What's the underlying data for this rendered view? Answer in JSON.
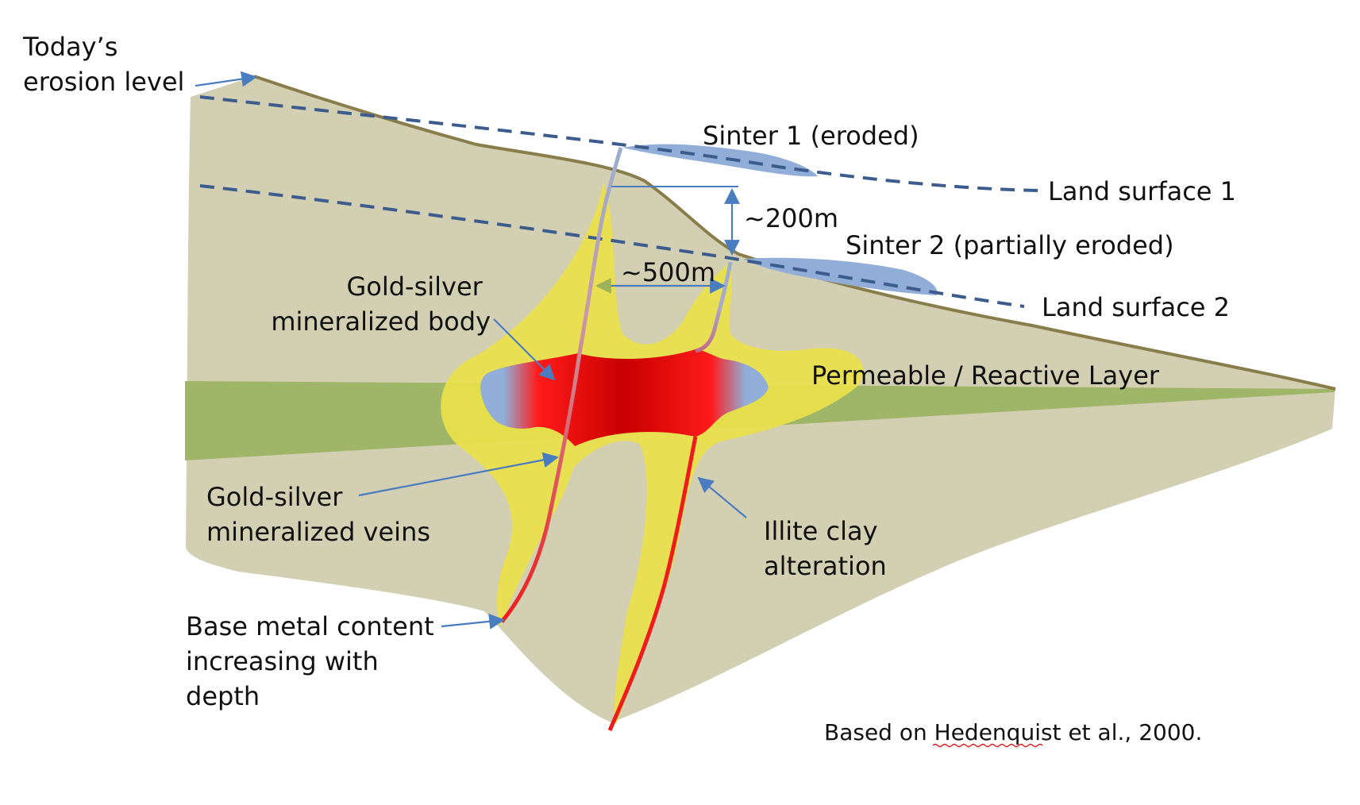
{
  "labels": {
    "erosion_level": [
      "Today’s",
      "erosion level"
    ],
    "sinter_1": "Sinter 1 (eroded)",
    "land_surface_1": "Land surface 1",
    "depth_200": "~200m",
    "sinter_2": "Sinter 2 (partially eroded)",
    "land_surface_2": "Land surface 2",
    "width_500": "~500m",
    "ore_body": [
      "Gold-silver",
      "mineralized body"
    ],
    "permeable_layer": "Permeable / Reactive Layer",
    "veins": [
      "Gold-silver",
      "mineralized veins"
    ],
    "illite": [
      "Illite clay",
      "alteration"
    ],
    "base_metal": [
      "Base metal content",
      "increasing with",
      "depth"
    ],
    "citation_prefix": "Based on",
    "citation_author": "Hedenquist",
    "citation_suffix": "et al., 2000."
  },
  "colors": {
    "host_rock": "#d3cfb2",
    "surface_line": "#8a7d4c",
    "reactive_layer": "#9fb567",
    "alteration_halo": "#e9e14a",
    "ore_core": "#ff1a1a",
    "ore_center": "#c80000",
    "sinter": "#91aed8",
    "vein_upper": "#9aafd0",
    "vein_lower": "#ee1c1c",
    "dashed_lines": "#3b5c8c",
    "arrows": "#4a7cc0"
  }
}
